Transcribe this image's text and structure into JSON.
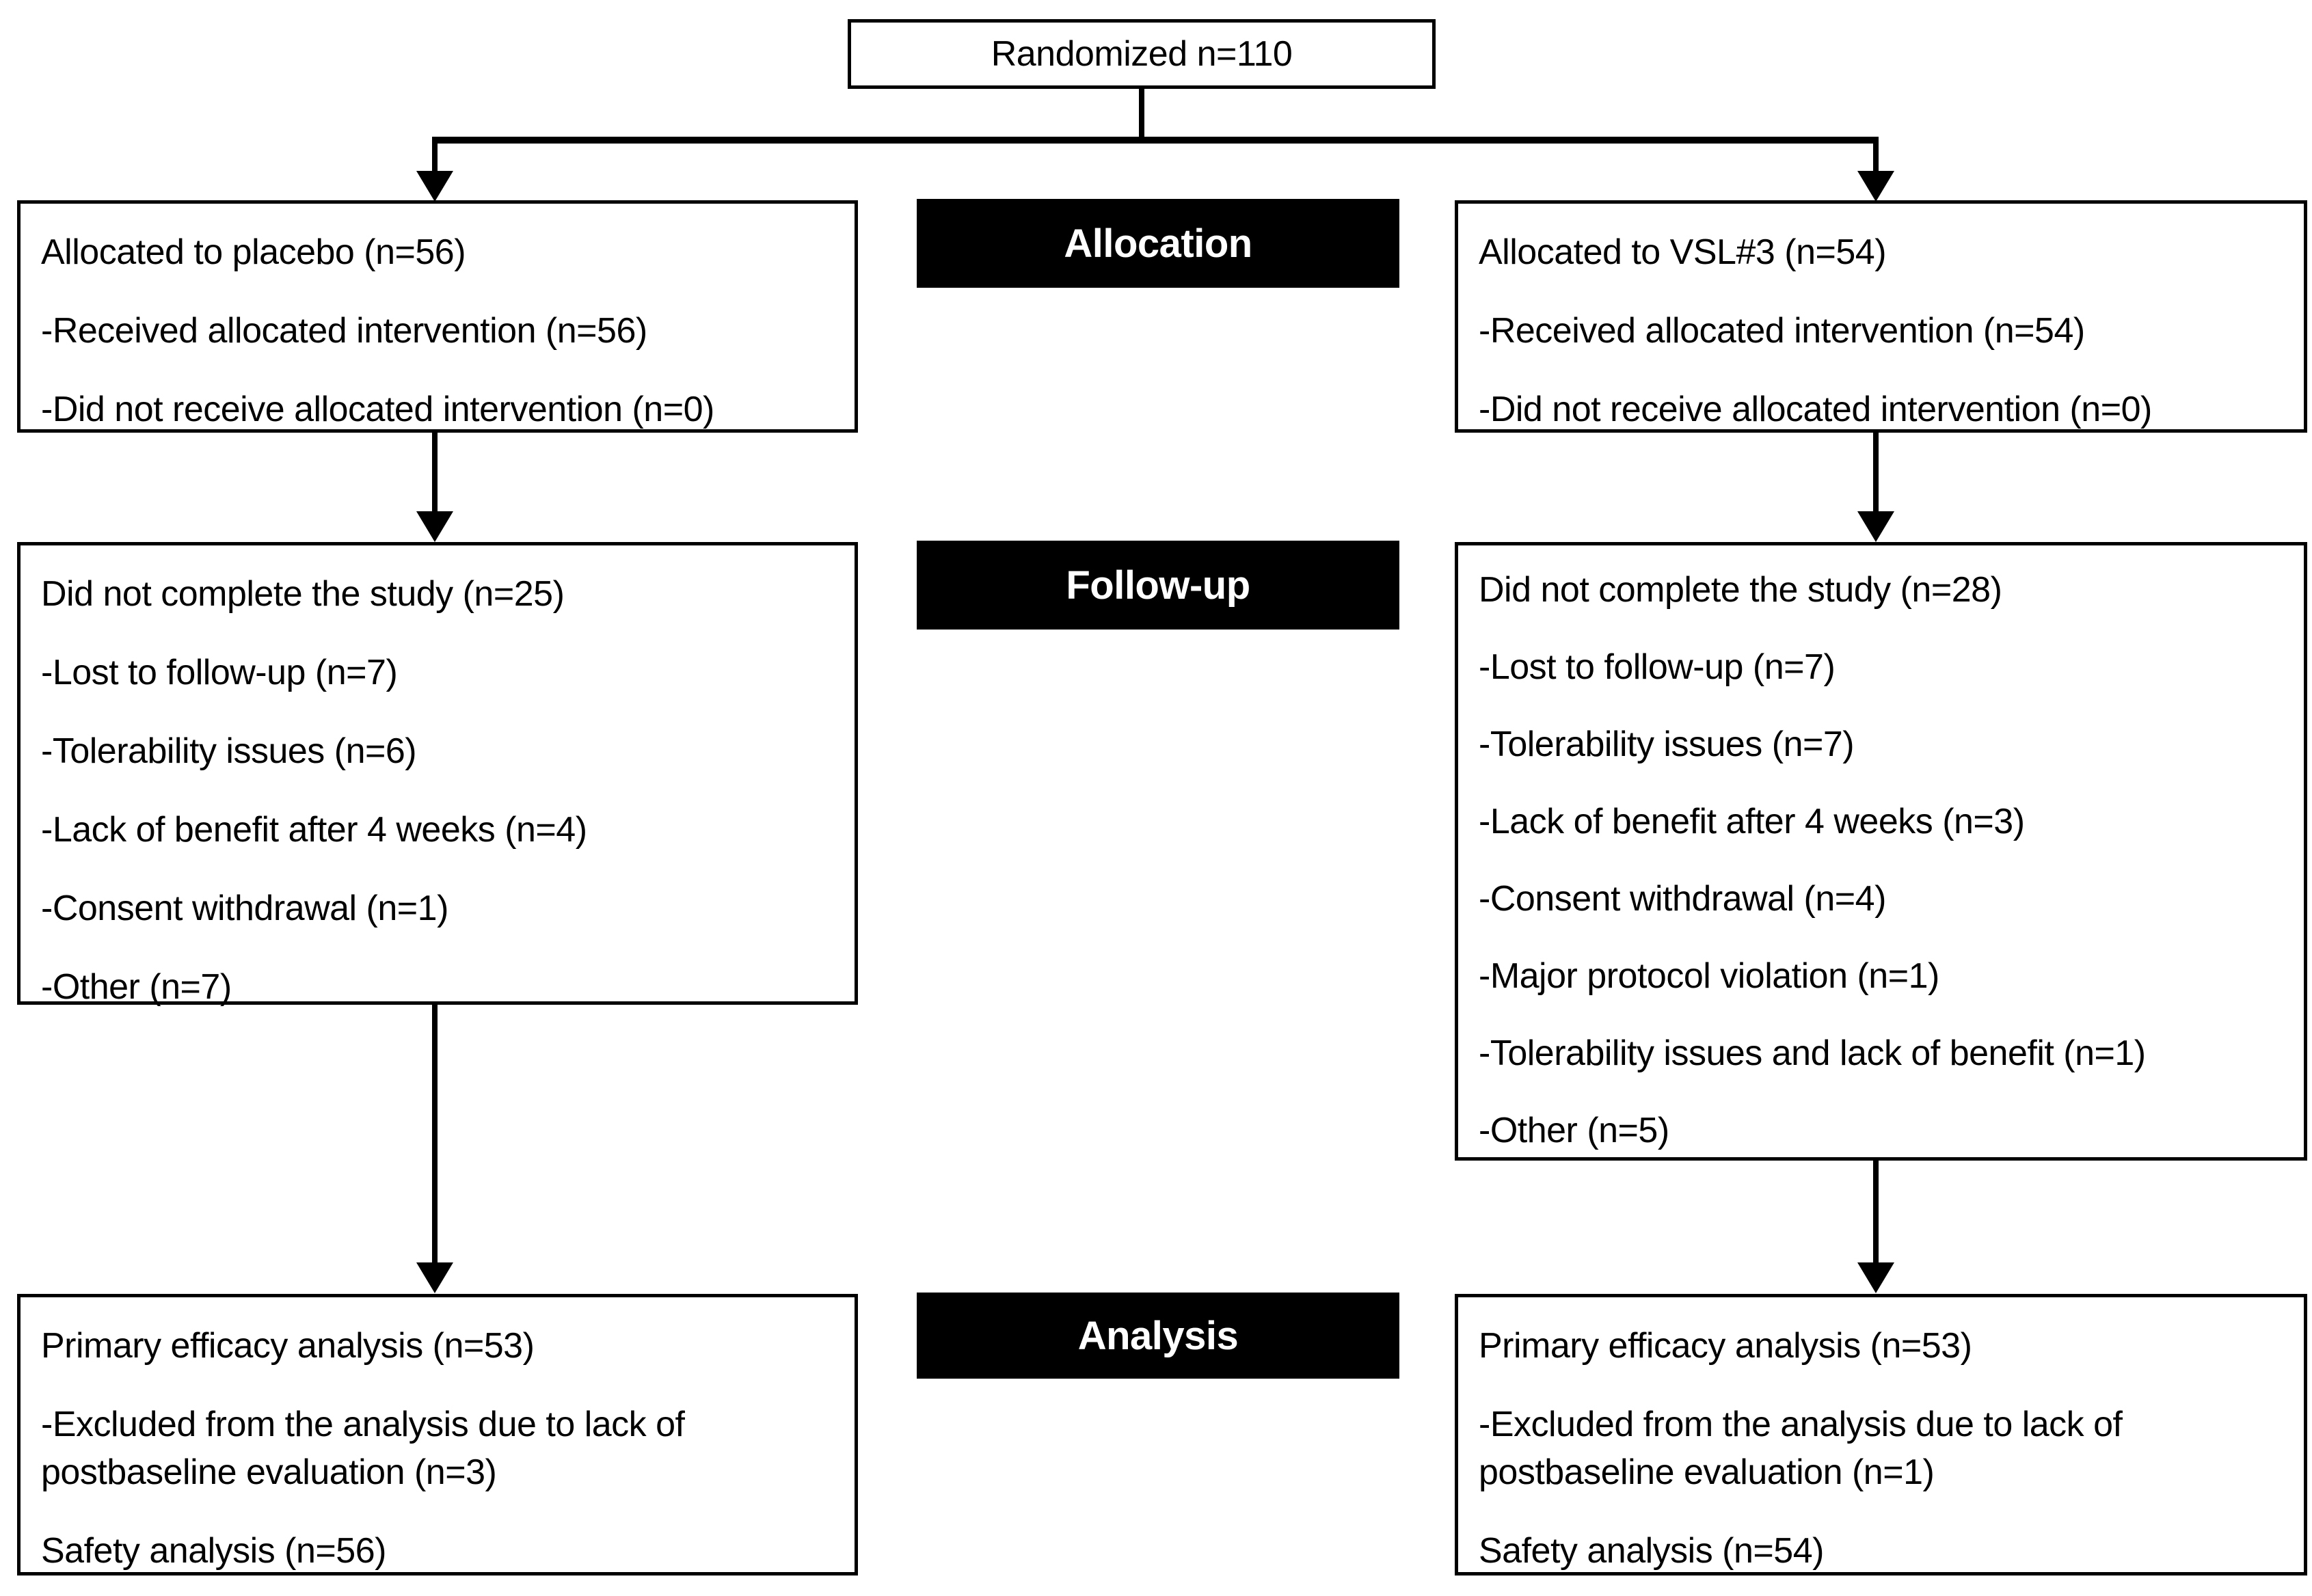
{
  "randomized": {
    "text": "Randomized n=110"
  },
  "stage_labels": {
    "allocation": "Allocation",
    "followup": "Follow-up",
    "analysis": "Analysis"
  },
  "placebo": {
    "allocation": {
      "title": "Allocated to placebo (n=56)",
      "items": [
        "-Received allocated intervention (n=56)",
        "-Did not receive allocated intervention (n=0)"
      ]
    },
    "followup": {
      "title": "Did not complete the study (n=25)",
      "items": [
        "-Lost to follow-up (n=7)",
        "-Tolerability issues (n=6)",
        "-Lack of benefit after 4 weeks (n=4)",
        "-Consent withdrawal (n=1)",
        "-Other (n=7)"
      ]
    },
    "analysis": {
      "items": [
        "Primary efficacy analysis (n=53)",
        "-Excluded from the analysis due to lack of postbaseline evaluation (n=3)",
        "Safety analysis (n=56)"
      ]
    }
  },
  "vsl3": {
    "allocation": {
      "title": "Allocated to VSL#3 (n=54)",
      "items": [
        "-Received allocated intervention (n=54)",
        "-Did not receive allocated intervention (n=0)"
      ]
    },
    "followup": {
      "title": "Did not complete the study (n=28)",
      "items": [
        "-Lost to follow-up (n=7)",
        "-Tolerability issues (n=7)",
        "-Lack of benefit after 4 weeks (n=3)",
        "-Consent withdrawal (n=4)",
        "-Major protocol violation (n=1)",
        "-Tolerability issues and lack of benefit (n=1)",
        "-Other (n=5)"
      ]
    },
    "analysis": {
      "items": [
        "Primary efficacy analysis (n=53)",
        "-Excluded from the analysis due to lack of postbaseline evaluation (n=1)",
        "Safety analysis (n=54)"
      ]
    }
  },
  "colors": {
    "border": "#000000",
    "label_bg": "#000000",
    "label_text": "#ffffff",
    "text": "#000000",
    "background": "#ffffff"
  }
}
